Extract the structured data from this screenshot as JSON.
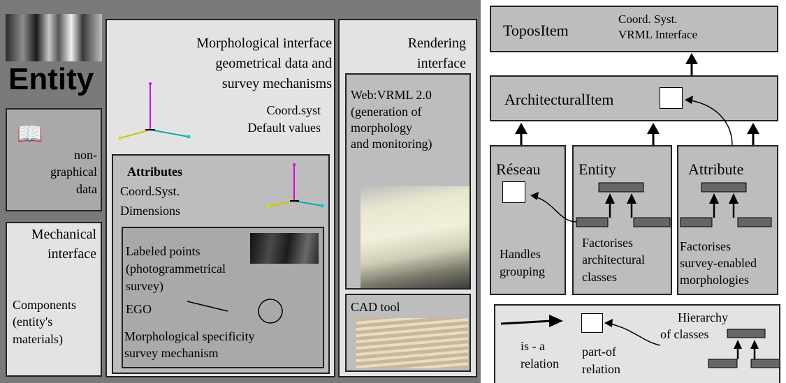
{
  "left": {
    "entity_title": "Entity",
    "non_graphical": [
      "non-",
      "graphical",
      "data"
    ],
    "mechanical": [
      "Mechanical",
      "interface"
    ],
    "components": [
      "Components",
      "(entity's",
      "materials)"
    ],
    "morph_title": [
      "Morphological interface",
      "geometrical data and",
      "survey mechanisms"
    ],
    "coord_defaults": [
      "Coord.syst",
      "Default values"
    ],
    "attributes_title": "Attributes",
    "attributes_items": [
      "Coord.Syst.",
      "Dimensions"
    ],
    "labeled": [
      "Labeled points",
      "(photogrammetrical",
      "survey)"
    ],
    "ego": "EGO",
    "morph_spec": [
      "Morphological specificity",
      "survey mechanism"
    ],
    "rendering": [
      "Rendering",
      "interface"
    ],
    "web": [
      "Web:VRML 2.0",
      "(generation of",
      "morphology",
      "and monitoring)"
    ],
    "cad": "CAD tool"
  },
  "right": {
    "topos": "ToposItem",
    "topos_note": [
      "Coord. Syst.",
      "VRML Interface"
    ],
    "architectural": "ArchitecturalItem",
    "reseau": "Réseau",
    "reseau_note": [
      "Handles",
      "grouping"
    ],
    "entity": "Entity",
    "entity_note": [
      "Factorises",
      "architectural",
      "classes"
    ],
    "attribute": "Attribute",
    "attribute_note": [
      "Factorises",
      "survey-enabled",
      "morphologies"
    ]
  },
  "legend": {
    "isa": [
      "is - a",
      "relation"
    ],
    "partof": [
      "part-of",
      "relation"
    ],
    "hierarchy": [
      "Hierarchy",
      "of classes"
    ]
  }
}
